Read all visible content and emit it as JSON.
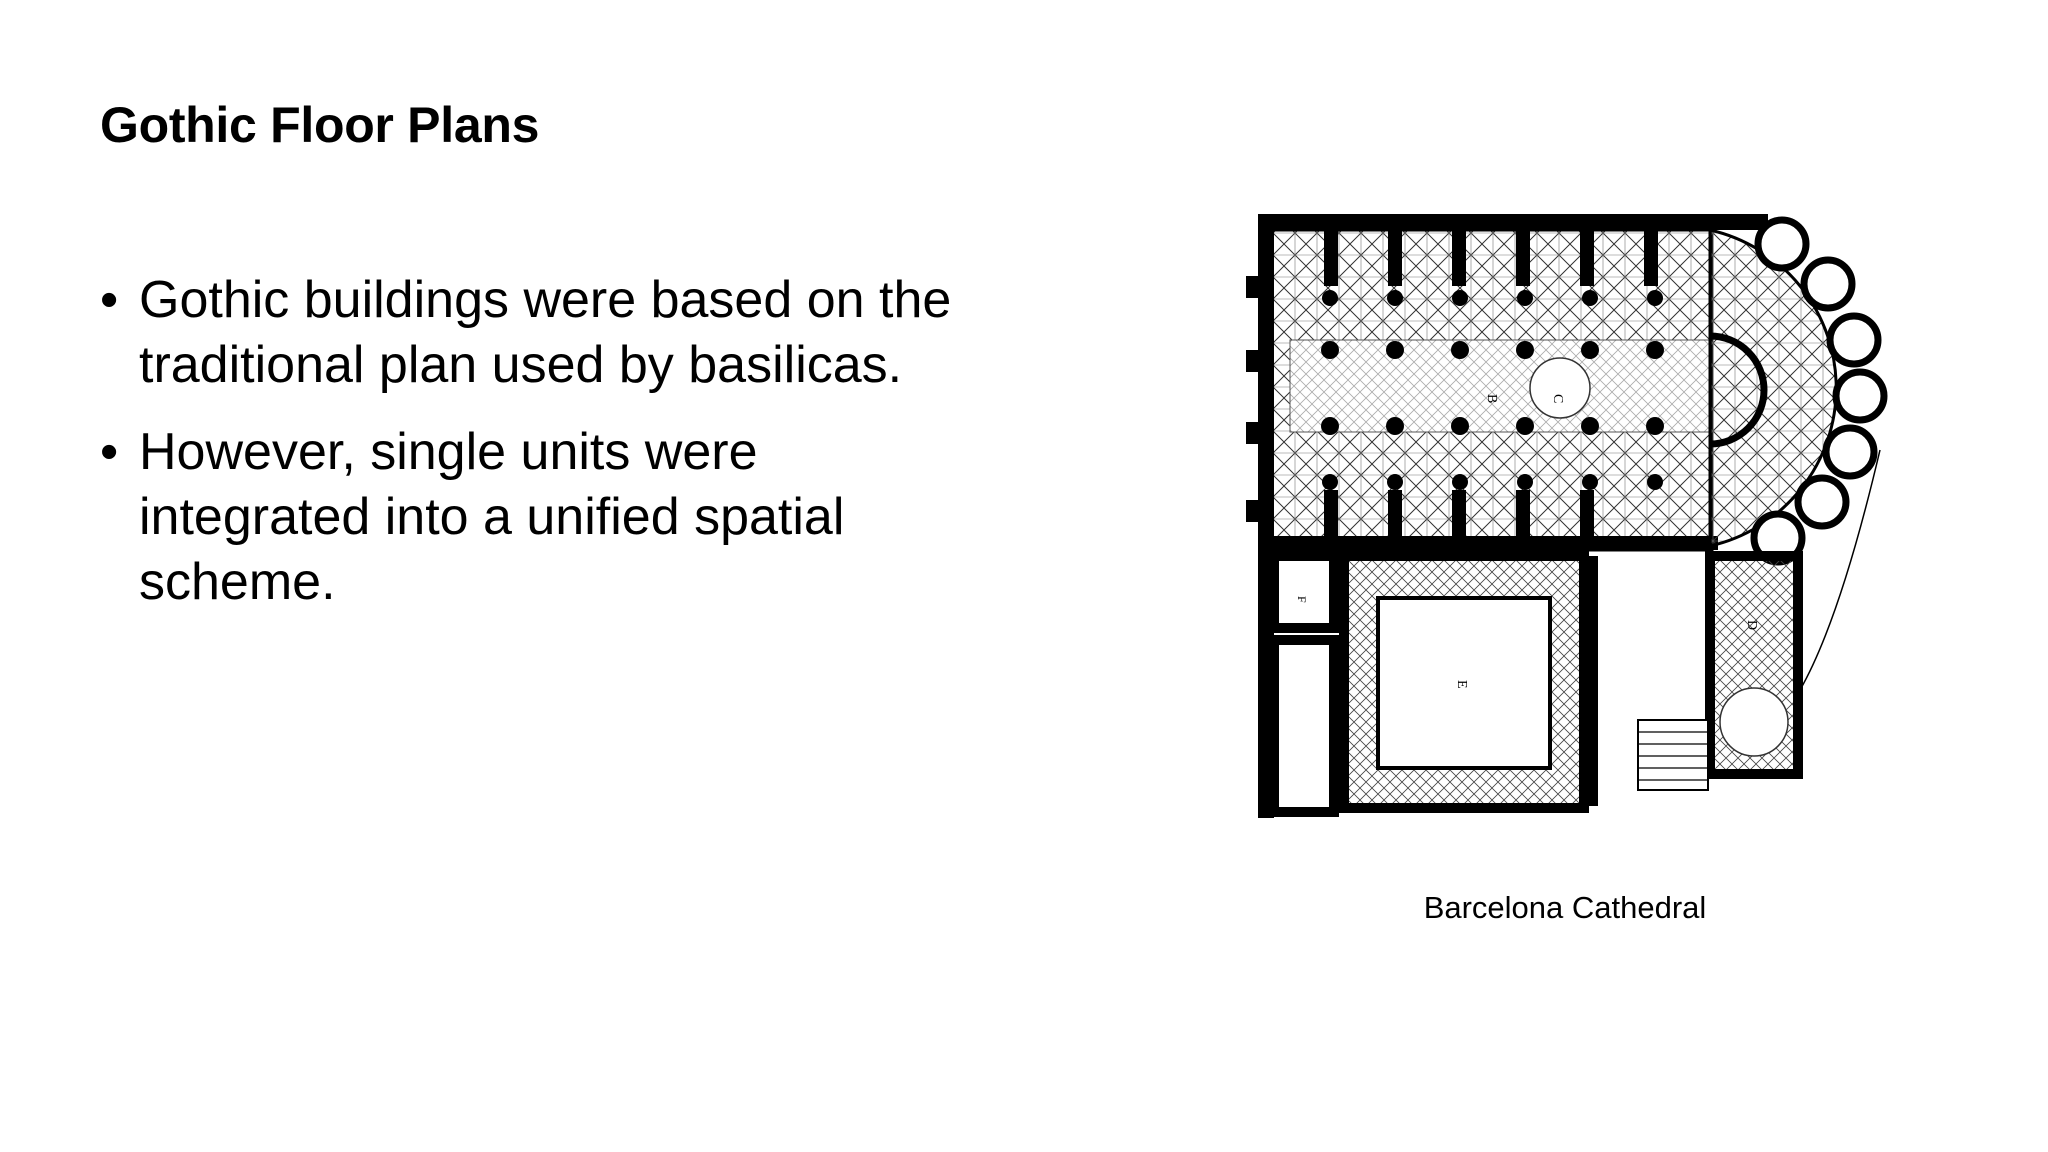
{
  "slide": {
    "title": "Gothic Floor Plans",
    "bullets": [
      {
        "text": "Gothic buildings were based on the traditional plan used by basilicas."
      },
      {
        "text": "However, single units were integrated into a unified spatial scheme."
      }
    ],
    "bullet_glyph": "•",
    "figure": {
      "caption": "Barcelona Cathedral",
      "labels": {
        "b": "B",
        "c": "C",
        "d": "D",
        "e": "E",
        "f": "F"
      }
    }
  }
}
